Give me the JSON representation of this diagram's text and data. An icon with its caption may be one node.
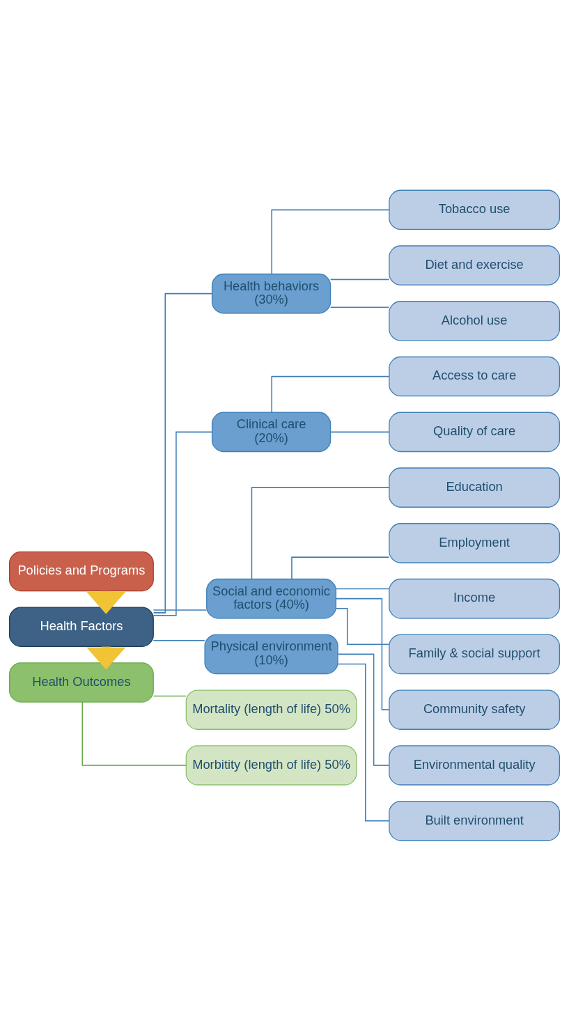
{
  "diagram": {
    "nodes": [
      {
        "text": [
          "Health Outcomes"
        ]
      },
      {
        "text": [
          "Mortality (length of life) 50%"
        ]
      },
      {
        "text": [
          "Morbitity (length of life) 50%"
        ]
      },
      {
        "text": [
          "Health Factors"
        ]
      },
      {
        "text": [
          "Health behaviors (30%)"
        ]
      },
      {
        "text": [
          "Tobacco use"
        ]
      },
      {
        "text": [
          "Diet and exercise"
        ]
      },
      {
        "text": [
          "Alcohol use"
        ]
      },
      {
        "text": [
          "Clinical care (20%)"
        ]
      },
      {
        "text": [
          "Access to care"
        ]
      },
      {
        "text": [
          "Quality of care"
        ]
      },
      {
        "text": [
          "Social and economic factors (40%)"
        ]
      },
      {
        "text": [
          "Education"
        ]
      },
      {
        "text": [
          "Employment"
        ]
      },
      {
        "text": [
          "Income"
        ]
      },
      {
        "text": [
          "Family & social support"
        ]
      },
      {
        "text": [
          "Community safety"
        ]
      },
      {
        "text": [
          "Physical environment (10%)"
        ]
      },
      {
        "text": [
          "Environmental quality"
        ]
      },
      {
        "text": [
          "Built environment"
        ]
      },
      {
        "text": [
          "Policies and Programs"
        ]
      }
    ],
    "edges": [
      {
        "from": 0,
        "to": 1,
        "arrow": "none",
        "color": "#6aaa4c"
      },
      {
        "from": 0,
        "to": 2,
        "arrow": "none",
        "color": "#6aaa4c"
      },
      {
        "from": 3,
        "to": 4,
        "arrow": "none"
      },
      {
        "from": 4,
        "to": 5,
        "arrow": "none"
      },
      {
        "from": 4,
        "to": 6,
        "arrow": "none"
      },
      {
        "from": 4,
        "to": 7,
        "arrow": "none"
      },
      {
        "from": 3,
        "to": 8,
        "arrow": "none"
      },
      {
        "from": 8,
        "to": 9,
        "arrow": "none"
      },
      {
        "from": 8,
        "to": 10,
        "arrow": "none"
      },
      {
        "from": 3,
        "to": 11,
        "arrow": "none"
      },
      {
        "from": 11,
        "to": 12,
        "arrow": "none"
      },
      {
        "from": 11,
        "to": 13,
        "arrow": "none"
      },
      {
        "from": 11,
        "to": 14,
        "arrow": "none"
      },
      {
        "from": 11,
        "to": 15,
        "arrow": "none"
      },
      {
        "from": 11,
        "to": 16,
        "arrow": "none"
      },
      {
        "from": 3,
        "to": 17,
        "arrow": "none"
      },
      {
        "from": 17,
        "to": 18,
        "arrow": "none"
      },
      {
        "from": 17,
        "to": 19,
        "arrow": "none"
      },
      {
        "from": 3,
        "to": 0,
        "arrow": "to",
        "style": "thick",
        "color": "#f0c435"
      },
      {
        "from": 20,
        "to": 3,
        "arrow": "to",
        "style": "thick",
        "color": "#f0c435"
      }
    ]
  }
}
